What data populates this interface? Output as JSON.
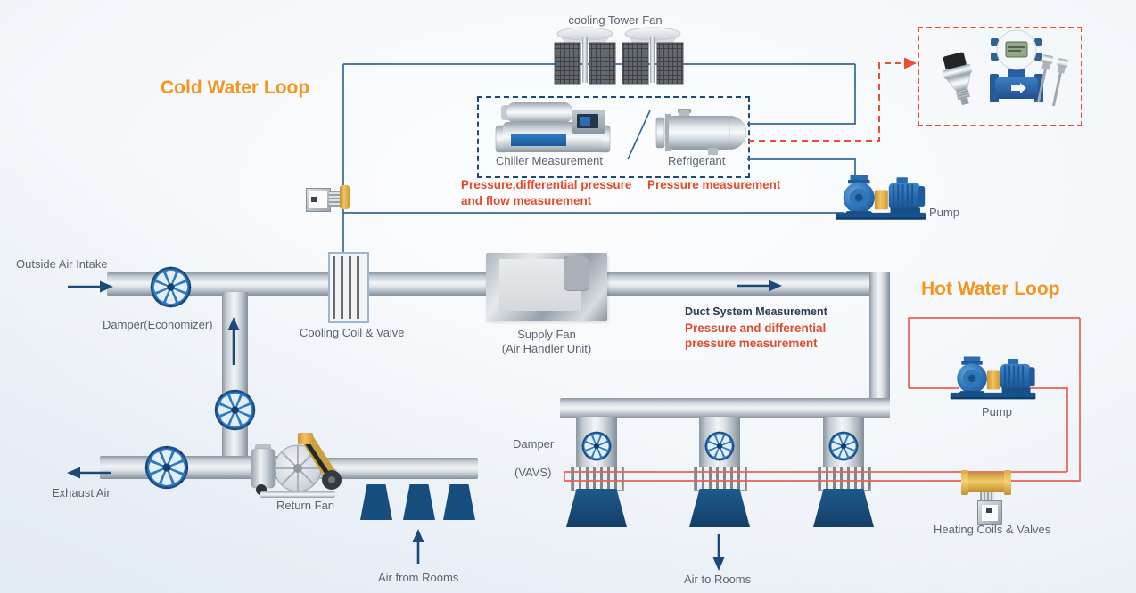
{
  "titles": {
    "cold_water_loop": "Cold Water Loop",
    "hot_water_loop": "Hot Water Loop"
  },
  "labels": {
    "cooling_tower_fan": "cooling Tower Fan",
    "chiller_measurement": "Chiller Measurement",
    "refrigerant": "Refrigerant",
    "chiller_note_line1": "Pressure,differential pressure",
    "chiller_note_line2": "and flow measurement",
    "refrigerant_note": "Pressure measurement",
    "pump_cold": "Pump",
    "pump_hot": "Pump",
    "outside_air_intake": "Outside Air Intake",
    "damper_economizer": "Damper(Economizer)",
    "cooling_coil_valve": "Cooling Coil & Valve",
    "supply_fan_line1": "Supply Fan",
    "supply_fan_line2": "(Air Handler Unit)",
    "duct_system_measurement": "Duct System Measurement",
    "duct_note_line1": "Pressure and differential",
    "duct_note_line2": "pressure measurement",
    "damper_vavs_line1": "Damper",
    "damper_vavs_line2": "(VAVS)",
    "exhaust_air": "Exhaust Air",
    "return_fan": "Return Fan",
    "air_from_rooms": "Air from Rooms",
    "air_to_rooms": "Air to Rooms",
    "heating_coils_valves": "Heating Coils & Valves"
  },
  "icons": {
    "fan": "axial-fan-icon",
    "pump": "centrifugal-pump-icon",
    "cooling_tower": "cooling-tower-icon",
    "chiller": "chiller-icon",
    "refrigerant_vessel": "refrigerant-vessel-icon",
    "pressure_transmitter": "pressure-transmitter-icon",
    "flow_meter": "flow-meter-icon",
    "temperature_sensors": "temperature-sensor-icon",
    "heating_valve": "heating-valve-icon",
    "air_handler": "air-handler-unit-icon",
    "return_fan": "belt-drive-fan-icon",
    "cooling_coil": "cooling-coil-icon",
    "diffuser": "air-diffuser-icon"
  },
  "colors": {
    "accent_orange": "#F7941E",
    "note_red": "#E04B2B",
    "pipe_blue": "#33689B",
    "dash_navy": "#1B4A7A",
    "dash_red": "#E8502F",
    "hot_loop_red": "#E96055",
    "diffuser_navy": "#174E7D",
    "fan_blue": "#2F79C2",
    "label_gray": "#5A6470"
  }
}
